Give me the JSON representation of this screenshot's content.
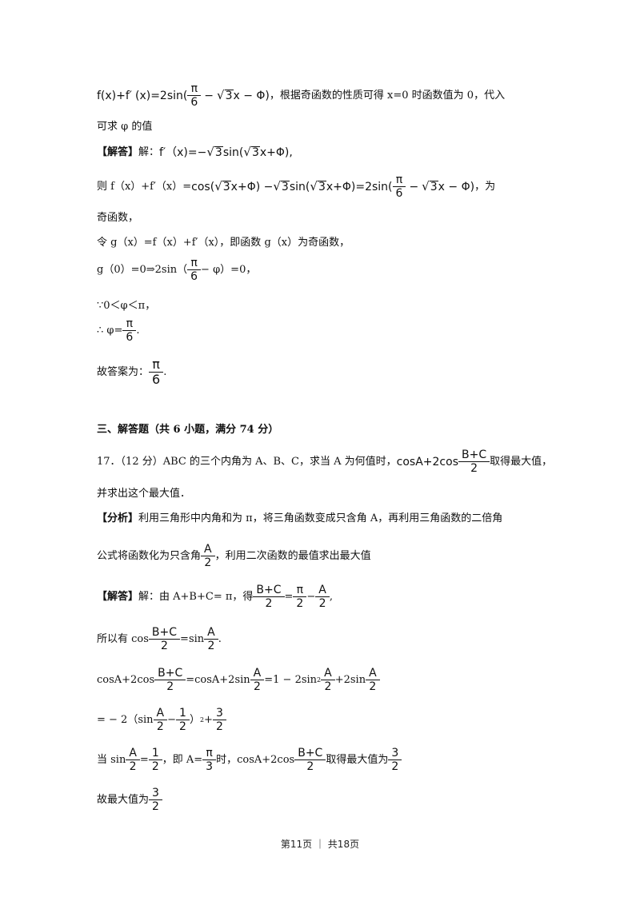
{
  "line1": {
    "lead": "f(x)+f",
    "prime": "′",
    "mid": "(x)=2sin(",
    "pi": "π",
    "six": "6",
    "minus": "−",
    "sqrt3": "3",
    "tail": "x − Φ)",
    "rest": "，根据奇函数的性质可得 x=0 时函数值为 0，代入"
  },
  "line2": "可求 φ 的值",
  "line3": {
    "tag": "【解答】",
    "text": "解：",
    "math": "f′（x)=−",
    "sqrt3": "3",
    "tail": "sin(",
    "sqrt3b": "3",
    "tail2": "x+Φ),"
  },
  "line4": {
    "lead": "则 f（x）+f′（x）=",
    "cos": "cos(",
    "sqrt3": "3",
    "a": "x+Φ) −",
    "sqrt3b": "3",
    "b": "sin(",
    "sqrt3c": "3",
    "c": "x+Φ)=2sin(",
    "pi": "π",
    "six": "6",
    "d": "−",
    "sqrt3d": "3",
    "e": "x − Φ)",
    "tail": "，为"
  },
  "line5": "奇函数，",
  "line6": "令 g（x）=f（x）+f′（x），即函数 g（x）为奇函数，",
  "line7": {
    "lead": "g（0）=0⇒2sin（",
    "pi": "π",
    "six": "6",
    "tail": "− φ）=0，"
  },
  "line8": "∵0＜φ＜π，",
  "line9": {
    "lead": "∴ φ=",
    "pi": "π",
    "six": "6",
    "tail": "."
  },
  "line10": {
    "lead": "故答案为：",
    "pi": "π",
    "six": "6",
    "tail": "."
  },
  "section": "三、解答题（共 6 小题，满分 74 分）",
  "q17": {
    "lead": "17．（12 分）ABC 的三个内角为 A、B、C，求当 A 为何值时，",
    "math": "cosA+2cos",
    "num": "B+C",
    "den": "2",
    "tail": "取得最大值，"
  },
  "q17b": "并求出这个最大值．",
  "analysis1": {
    "tag": "【分析】",
    "text": "利用三角形中内角和为 π，将三角函数变成只含角 A，再利用三角函数的二倍角"
  },
  "analysis2": {
    "lead": "公式将函数化为只含角",
    "num": "A",
    "den": "2",
    "tail": "，利用二次函数的最值求出最大值"
  },
  "sol1": {
    "tag": "【解答】",
    "lead": "解：由 A+B+C= π，得",
    "n1": "B+C",
    "d1": "2",
    "eq": "=",
    "n2": "π",
    "d2": "2",
    "minus": "−",
    "n3": "A",
    "d3": "2",
    "tail": ","
  },
  "sol2": {
    "lead": "所以有 cos",
    "n1": "B+C",
    "d1": "2",
    "mid": "=sin",
    "n2": "A",
    "d2": "2",
    "tail": "."
  },
  "sol3": {
    "lead": "cosA+2cos",
    "n1": "B+C",
    "d1": "2",
    "a": "=cosA+2sin",
    "n2": "A",
    "d2": "2",
    "b": "=1 − 2sin",
    "sup": "2",
    "n3": "A",
    "d3": "2",
    "c": "+2sin",
    "n4": "A",
    "d4": "2"
  },
  "sol4": {
    "lead": "= − 2（sin",
    "n1": "A",
    "d1": "2",
    "minus": "−",
    "n2": "1",
    "d2": "2",
    "mid": "）",
    "sup": "2",
    "plus": "+",
    "n3": "3",
    "d3": "2"
  },
  "sol5": {
    "lead": "当 sin",
    "n1": "A",
    "d1": "2",
    "eq": "=",
    "n2": "1",
    "d2": "2",
    "a": "，即 A=",
    "n3": "π",
    "d3": "3",
    "b": "时，cosA+2cos",
    "n4": "B+C",
    "d4": "2",
    "c": "取得最大值为",
    "n5": "3",
    "d5": "2"
  },
  "sol6": {
    "lead": "故最大值为",
    "n1": "3",
    "d1": "2"
  },
  "footer": "第11页 ｜ 共18页"
}
